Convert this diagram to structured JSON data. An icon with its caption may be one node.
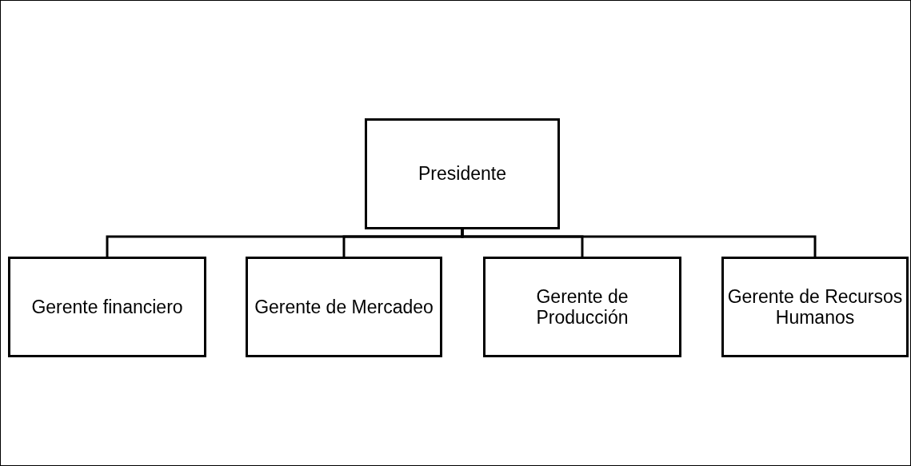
{
  "diagram": {
    "nodes": [
      {
        "text": [
          "Presidente"
        ]
      },
      {
        "text": [
          "Gerente financiero"
        ]
      },
      {
        "text": [
          "Gerente de Mercadeo"
        ]
      },
      {
        "text": [
          "Gerente de Producción"
        ]
      },
      {
        "text": [
          "Gerente de Recursos Humanos"
        ]
      }
    ],
    "edges": [
      {
        "from": 0,
        "to": 1,
        "arrow": "none"
      },
      {
        "from": 0,
        "to": 2,
        "arrow": "none"
      },
      {
        "from": 0,
        "to": 3,
        "arrow": "none"
      },
      {
        "from": 0,
        "to": 4,
        "arrow": "none"
      }
    ]
  }
}
